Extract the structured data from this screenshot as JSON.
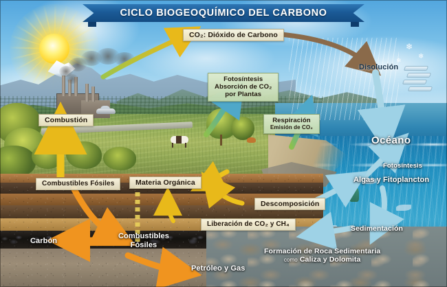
{
  "title": "CICLO BIOGEOQUÍMICO DEL CARBONO",
  "labels": {
    "co2": "CO₂: Dióxido de Carbono",
    "fotosintesis_plantas_l1": "Fotosíntesis",
    "fotosintesis_plantas_l2": "Absorción de CO₂",
    "fotosintesis_plantas_l3": "por Plantas",
    "respiracion_l1": "Respiración",
    "respiracion_l2": "Emisión de CO₂",
    "combustion": "Combustión",
    "combustibles_fosiles_sup": "Combustibles Fósiles",
    "materia_organica": "Materia Orgánica",
    "descomposicion": "Descomposición",
    "liberacion": "Liberación de CO₂ y CH₄",
    "carbon": "Carbón",
    "combustibles_fosiles_l1": "Combustibles",
    "combustibles_fosiles_l2": "Fósiles",
    "petroleo_gas": "Petróleo y Gas",
    "disolucion": "Disolución",
    "oceano": "Océano",
    "fotosintesis_mar": "Fotosíntesis",
    "algas": "Algas y Fitoplancton",
    "sedimentacion": "Sedimentación",
    "roca_l1": "Formación de Roca Sedimentaria",
    "roca_como": "como",
    "roca_l2": "Caliza y Dolomita"
  },
  "colors": {
    "banner": "#1b5a96",
    "arrow_yellow": "#f0c419",
    "arrow_orange": "#f0941f",
    "arrow_green": "#7bbf4a",
    "arrow_cyan": "#6fc6d8",
    "arrow_blue_pale": "#a9d6e6",
    "arrow_brown": "#8a6a4a",
    "ocean": "#2b9cc9",
    "label_cream": "#faf6e2",
    "label_green": "#ddebce",
    "text_dark": "#20160c",
    "text_white": "#ffffff",
    "text_navy": "#0d3a5c"
  },
  "scene": {
    "sun": "sun-icon",
    "mountains": "mountain-range",
    "factory": "power-plant",
    "car": "car-icon",
    "cow": "cow-icon",
    "rain": "rain-icon",
    "fish": "fish-icon",
    "rock_layers": "sediment-strata"
  }
}
